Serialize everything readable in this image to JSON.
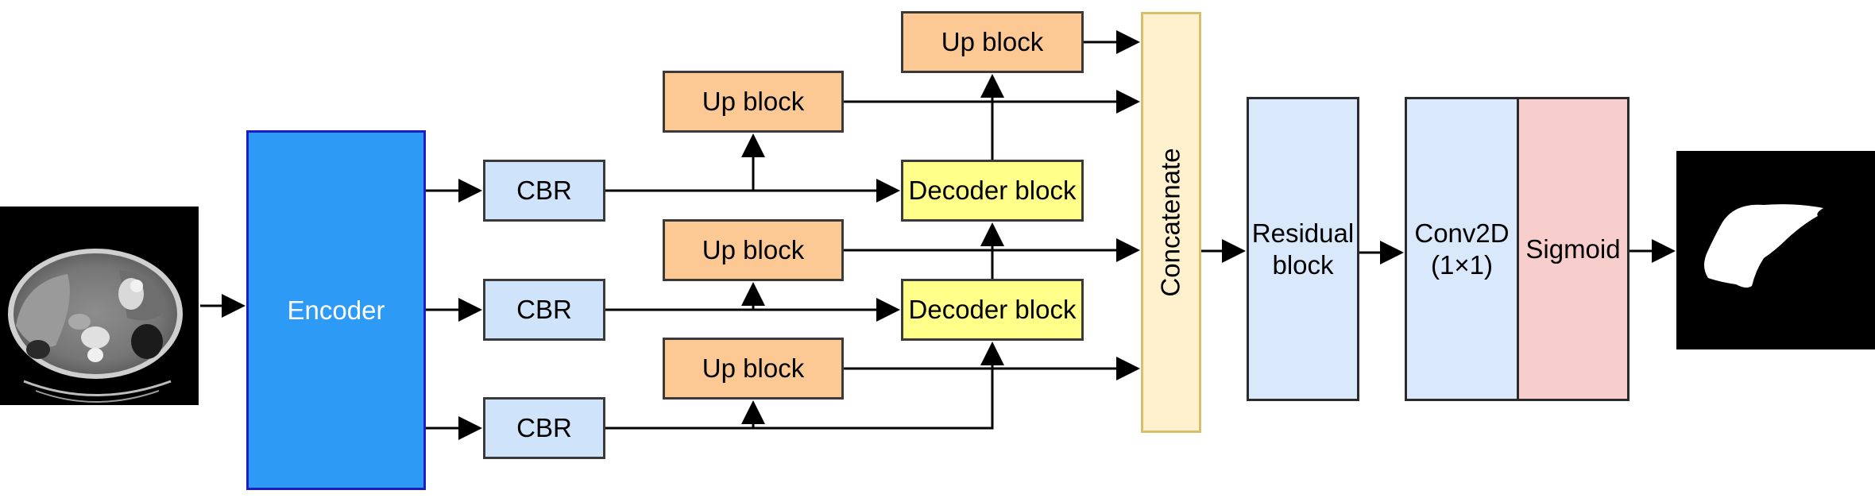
{
  "encoder": {
    "label": "Encoder"
  },
  "cbr_blocks": [
    "CBR",
    "CBR",
    "CBR"
  ],
  "up_blocks": [
    "Up block",
    "Up block",
    "Up block",
    "Up block"
  ],
  "decoder_blocks": [
    "Decoder block",
    "Decoder block"
  ],
  "concatenate": {
    "label": "Concatenate"
  },
  "residual": {
    "label": "Residual\nblock"
  },
  "conv": {
    "label": "Conv2D\n(1×1)"
  },
  "sigmoid": {
    "label": "Sigmoid"
  },
  "colors": {
    "encoder_fill": "#2d9bf6",
    "encoder_border": "#1c1cc4",
    "cbr_fill": "#cfe4fb",
    "up_fill": "#fcc995",
    "decoder_fill": "#ffff8a",
    "concat_fill": "#fff1cd",
    "concat_border": "#d9bf6a",
    "residual_fill": "#dae8fc",
    "sigmoid_fill": "#f7cecc"
  },
  "images": {
    "input": "ct-scan-slice-image",
    "output": "liver-segmentation-mask-image"
  }
}
